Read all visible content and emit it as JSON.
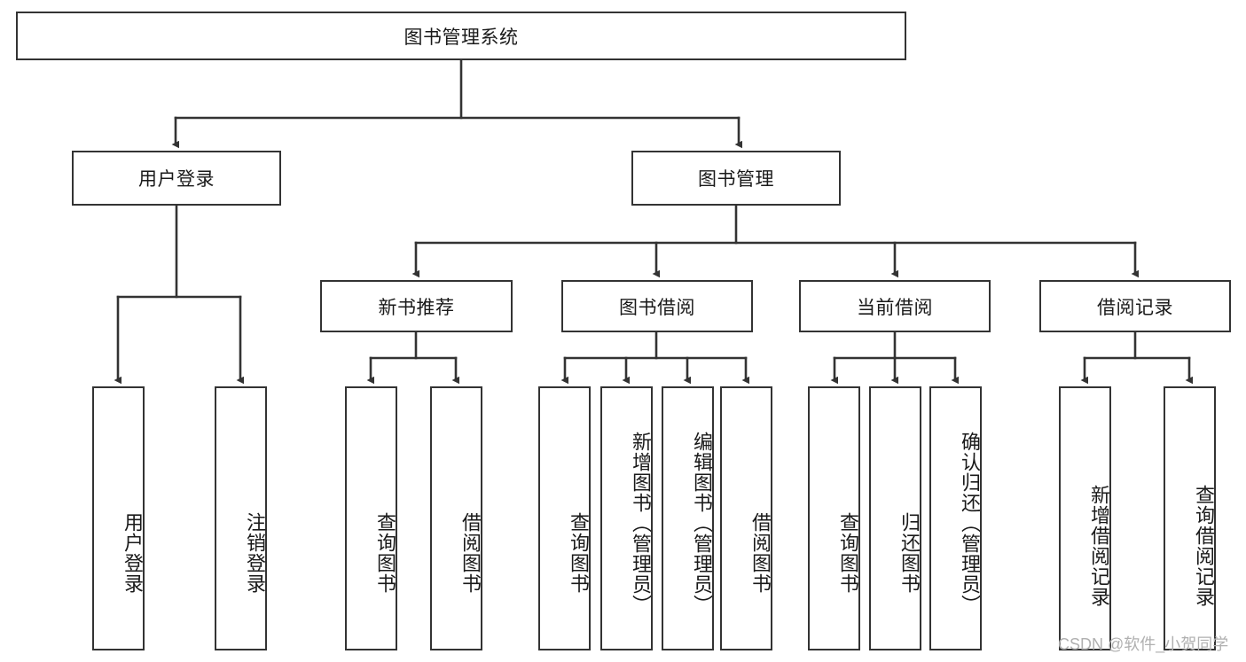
{
  "diagram": {
    "type": "tree",
    "title": "图书管理系统",
    "orientation": "top-down",
    "colors": {
      "node_border": "#333333",
      "node_fill": "#ffffff",
      "edge": "#333333",
      "text": "#1a1a1a",
      "watermark": "#b0b0b0",
      "background": "#ffffff"
    },
    "watermark": "CSDN @软件_小贺同学",
    "nodes": {
      "root": {
        "label": "图书管理系统"
      },
      "level2": [
        {
          "id": "user-login",
          "label": "用户登录"
        },
        {
          "id": "book-manage",
          "label": "图书管理"
        }
      ],
      "level3": [
        {
          "id": "new-book-recommend",
          "label": "新书推荐"
        },
        {
          "id": "book-borrow",
          "label": "图书借阅"
        },
        {
          "id": "current-borrow",
          "label": "当前借阅"
        },
        {
          "id": "borrow-record",
          "label": "借阅记录"
        }
      ],
      "leaves": {
        "user_login": [
          {
            "id": "leaf-user-login",
            "label": "用户登录"
          },
          {
            "id": "leaf-logout-login",
            "label": "注销登录"
          }
        ],
        "new_book_recommend": [
          {
            "id": "leaf-query-book-1",
            "label": "查询图书"
          },
          {
            "id": "leaf-borrow-book-1",
            "label": "借阅图书"
          }
        ],
        "book_borrow": [
          {
            "id": "leaf-query-book-2",
            "label": "查询图书"
          },
          {
            "id": "leaf-add-book",
            "label": "新增图书（管理员）"
          },
          {
            "id": "leaf-edit-book",
            "label": "编辑图书（管理员）"
          },
          {
            "id": "leaf-borrow-book-2",
            "label": "借阅图书"
          }
        ],
        "current_borrow": [
          {
            "id": "leaf-query-book-3",
            "label": "查询图书"
          },
          {
            "id": "leaf-return-book",
            "label": "归还图书"
          },
          {
            "id": "leaf-confirm-return",
            "label": "确认归还（管理员）"
          }
        ],
        "borrow_record": [
          {
            "id": "leaf-add-record",
            "label": "新增借阅记录"
          },
          {
            "id": "leaf-query-record",
            "label": "查询借阅记录"
          }
        ]
      }
    }
  }
}
